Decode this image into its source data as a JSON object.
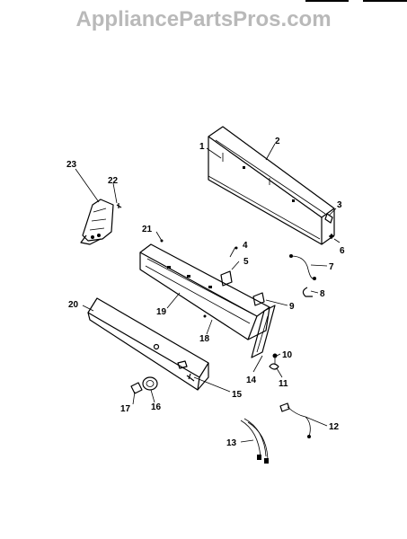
{
  "watermark": "AppliancePartsPros.com",
  "labels": [
    {
      "id": "1",
      "text": "1"
    },
    {
      "id": "2",
      "text": "2"
    },
    {
      "id": "3",
      "text": "3"
    },
    {
      "id": "4",
      "text": "4"
    },
    {
      "id": "5",
      "text": "5"
    },
    {
      "id": "6",
      "text": "6"
    },
    {
      "id": "7",
      "text": "7"
    },
    {
      "id": "8",
      "text": "8"
    },
    {
      "id": "9",
      "text": "9"
    },
    {
      "id": "10",
      "text": "10"
    },
    {
      "id": "11",
      "text": "11"
    },
    {
      "id": "12",
      "text": "12"
    },
    {
      "id": "13",
      "text": "13"
    },
    {
      "id": "14",
      "text": "14"
    },
    {
      "id": "15",
      "text": "15"
    },
    {
      "id": "16",
      "text": "16"
    },
    {
      "id": "17",
      "text": "17"
    },
    {
      "id": "18",
      "text": "18"
    },
    {
      "id": "19",
      "text": "19"
    },
    {
      "id": "20",
      "text": "20"
    },
    {
      "id": "21",
      "text": "21"
    },
    {
      "id": "22",
      "text": "22"
    },
    {
      "id": "23",
      "text": "23"
    }
  ]
}
